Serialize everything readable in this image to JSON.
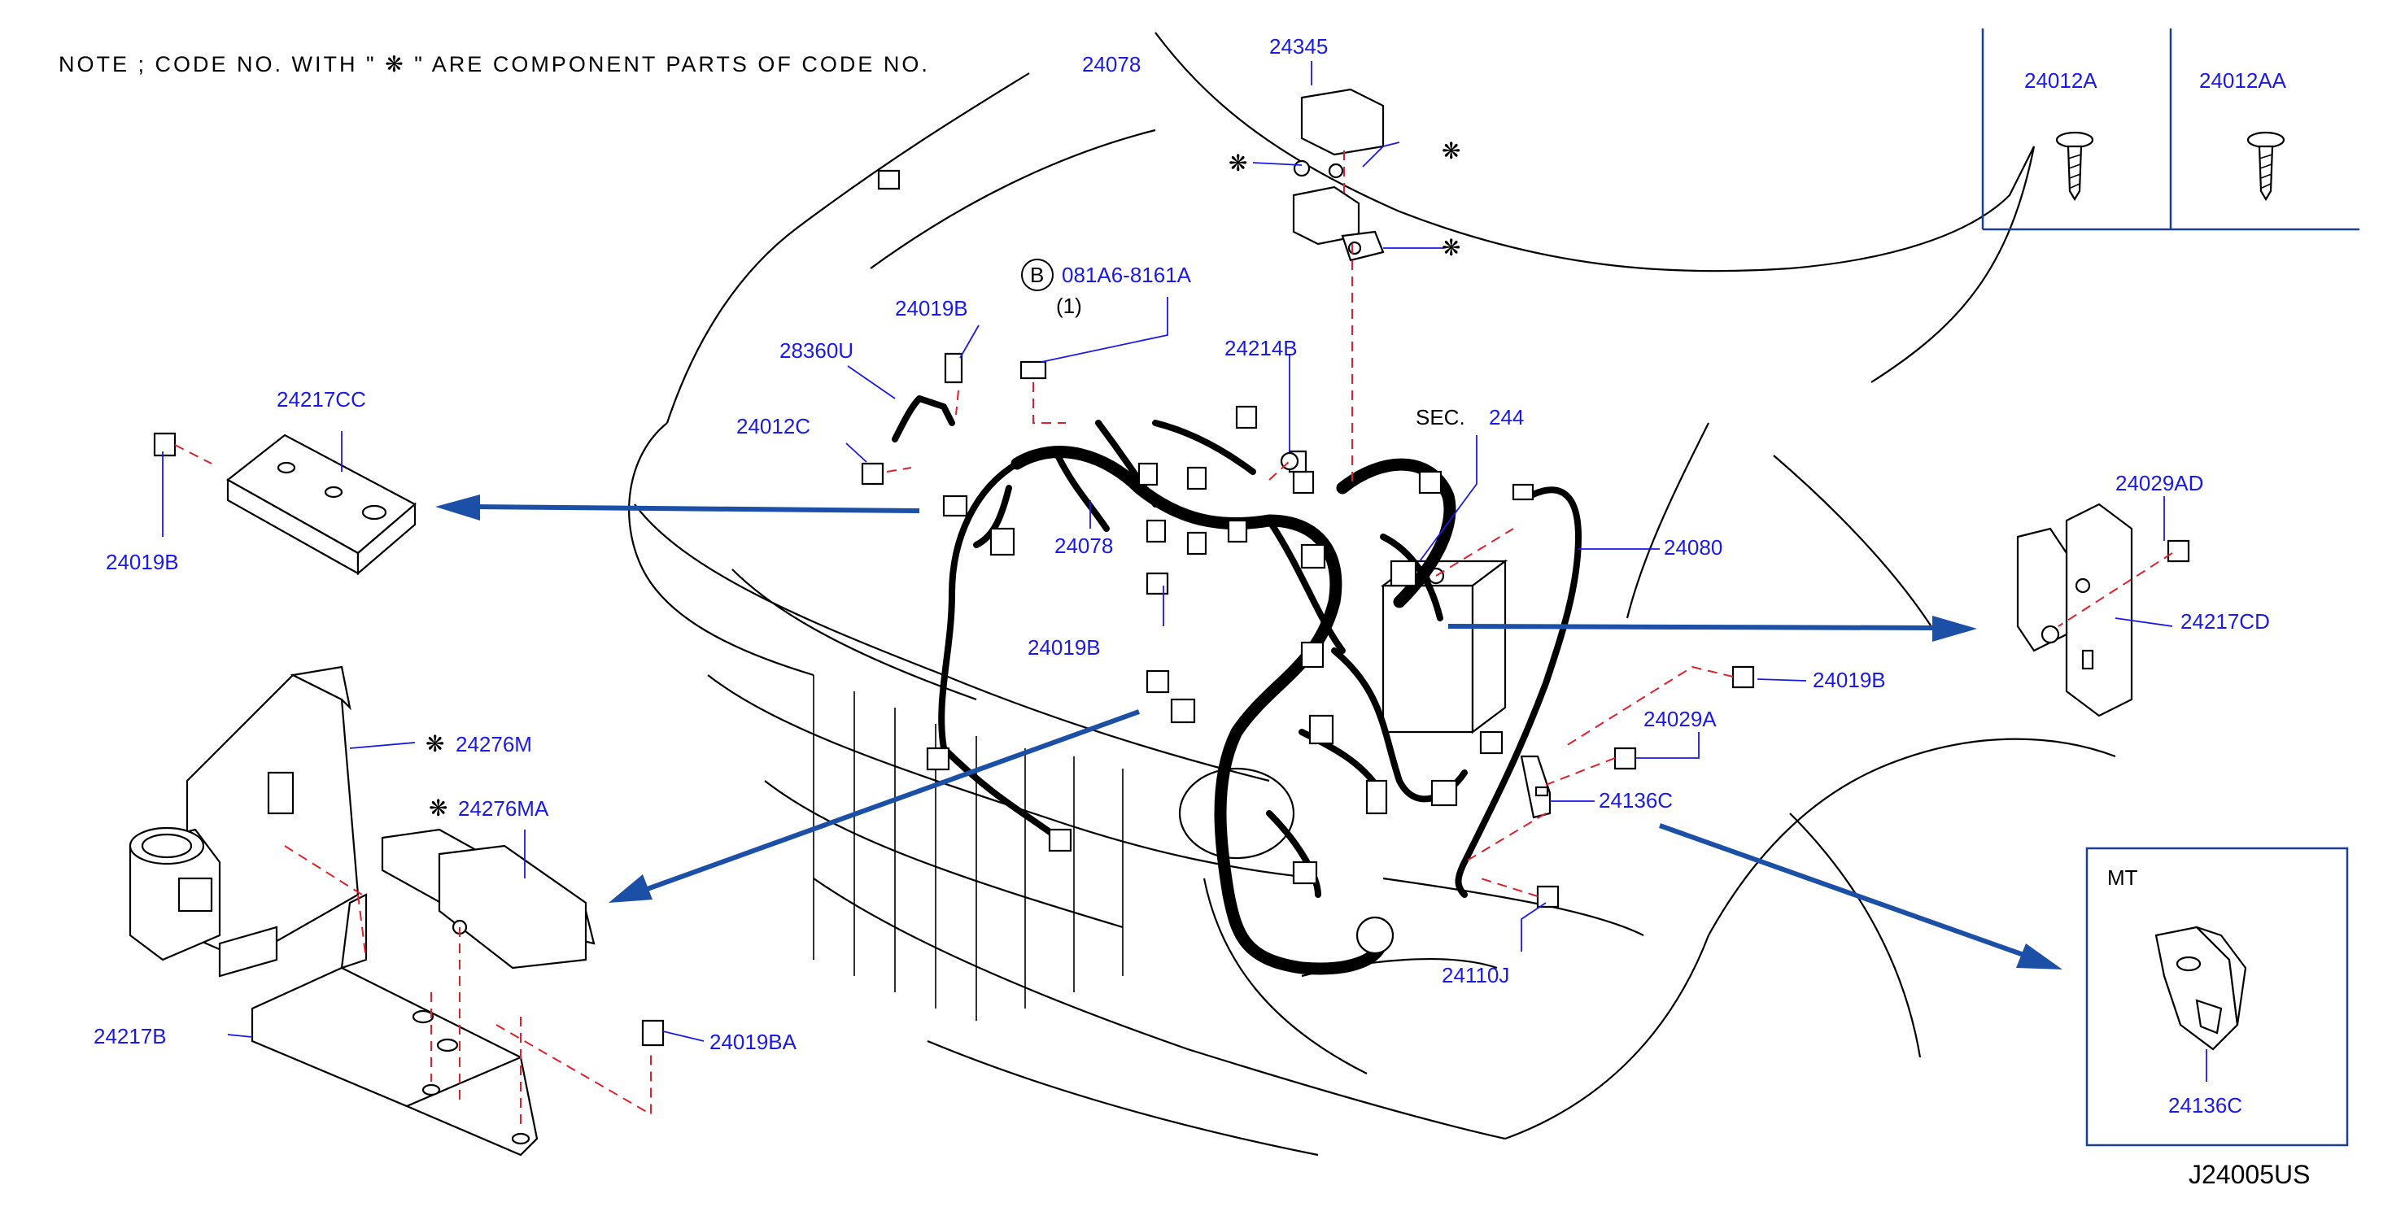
{
  "note": {
    "text": "NOTE ; CODE NO. WITH \" ❋ \" ARE COMPONENT PARTS OF CODE NO.",
    "code": "24078"
  },
  "figure_id": "J24005US",
  "section_ref": {
    "prefix": "SEC.",
    "number": "244"
  },
  "bolt_ref": {
    "symbol": "B",
    "part": "081A6-8161A",
    "qty": "(1)"
  },
  "inset_top_right": {
    "left_label": "24012A",
    "right_label": "24012AA"
  },
  "inset_mt": {
    "title": "MT",
    "label": "24136C"
  },
  "component_mark": "❋",
  "labels": {
    "p24345": "24345",
    "p24019B_top": "24019B",
    "p28360U": "28360U",
    "p24217CC": "24217CC",
    "p24012C": "24012C",
    "p24019B_left": "24019B",
    "p24078": "24078",
    "p24214B": "24214B",
    "p24019B_mid": "24019B",
    "p24080": "24080",
    "p24029AD": "24029AD",
    "p24217CD": "24217CD",
    "p24019B_right": "24019B",
    "p24029A": "24029A",
    "p24136C": "24136C",
    "p24276M": "24276M",
    "p24276MA": "24276MA",
    "p24110J": "24110J",
    "p24217B": "24217B",
    "p24019BA": "24019BA"
  },
  "colors": {
    "label": "#1a1ae6",
    "arrow": "#1c4fa6",
    "dashed_leader": "#e0202a",
    "line_art": "#000000"
  }
}
